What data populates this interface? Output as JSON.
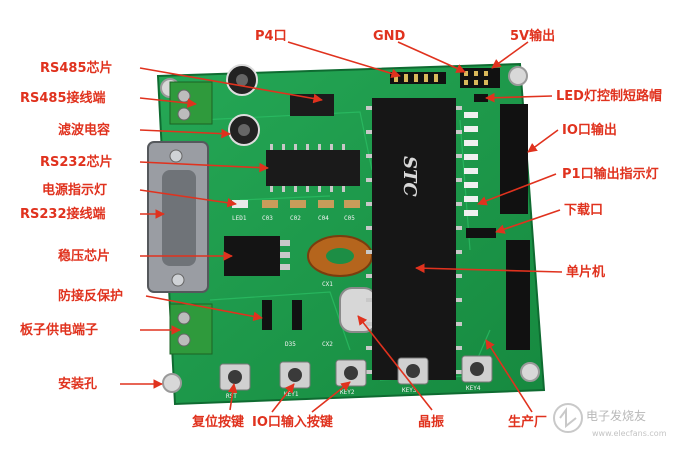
{
  "labels": {
    "p4": "P4口",
    "gnd": "GND",
    "out5v": "5V输出",
    "rs485_chip": "RS485芯片",
    "rs485_terminal": "RS485接线端",
    "filter_cap": "滤波电容",
    "rs232_chip": "RS232芯片",
    "power_led": "电源指示灯",
    "rs232_terminal": "RS232接线端",
    "regulator": "稳压芯片",
    "reverse_protect": "防接反保护",
    "power_terminal": "板子供电端子",
    "mount_hole": "安装孔",
    "led_jumper": "LED灯控制短路帽",
    "io_out": "IO口输出",
    "p1_led": "P1口输出指示灯",
    "download": "下载口",
    "mcu": "单片机",
    "reset_key": "复位按键",
    "io_key": "IO口输入按键",
    "crystal": "晶振",
    "production": "生产厂"
  },
  "board": {
    "chip_brand": "STC",
    "silk": {
      "led1": "LED1",
      "c03": "C03",
      "c02": "C02",
      "c04": "C04",
      "c05": "C05",
      "d35": "D35",
      "cx1": "CX1",
      "cx2": "CX2",
      "key1": "KEY1",
      "key2": "KEY2",
      "key3": "KEY3",
      "key4": "KEY4",
      "rst": "RST"
    }
  },
  "watermark": {
    "brand": "电子发烧友",
    "site": "www.elecfans.com"
  },
  "colors": {
    "label": "#e0321e",
    "board": "#1e9e4e",
    "background": "#ffffff"
  }
}
